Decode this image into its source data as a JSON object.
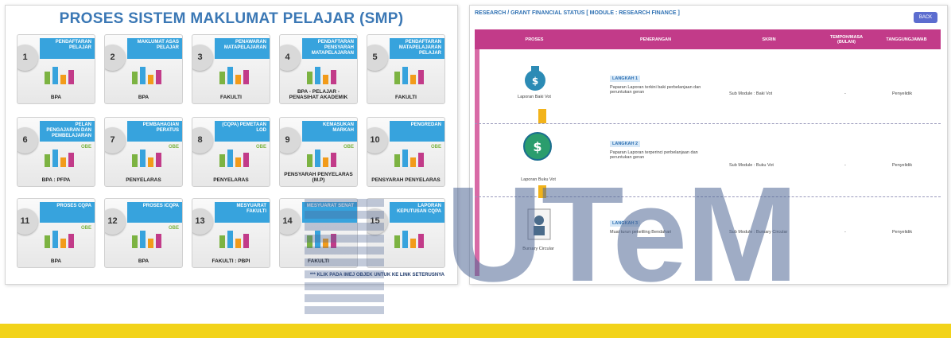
{
  "left": {
    "title": "PROSES SISTEM MAKLUMAT PELAJAR (SMP)",
    "cards": [
      {
        "num": "1",
        "head": "PENDAFTARAN PELAJAR",
        "foot": "BPA",
        "obe": ""
      },
      {
        "num": "2",
        "head": "MAKLUMAT ASAS PELAJAR",
        "foot": "BPA",
        "obe": ""
      },
      {
        "num": "3",
        "head": "PENAWARAN MATAPELAJARAN",
        "foot": "FAKULTI",
        "obe": ""
      },
      {
        "num": "4",
        "head": "PENDAFTARAN PENSYARAH MATAPELAJARAN",
        "foot": "BPA - PELAJAR - PENASIHAT AKADEMIK",
        "obe": ""
      },
      {
        "num": "5",
        "head": "PENDAFTARAN MATAPELAJARAN PELAJAR",
        "foot": "FAKULTI",
        "obe": ""
      },
      {
        "num": "6",
        "head": "PELAN PENGAJARAN DAN PEMBELAJARAN",
        "foot": "BPA : PFPA",
        "obe": "OBE"
      },
      {
        "num": "7",
        "head": "PEMBAHAGIAN PERATUS",
        "foot": "PENYELARAS",
        "obe": "OBE"
      },
      {
        "num": "8",
        "head": "(CQPA) PEMETAAN LOD",
        "foot": "PENYELARAS",
        "obe": "OBE"
      },
      {
        "num": "9",
        "head": "KEMASUKAN MARKAH",
        "foot": "PENSYARAH PENYELARAS (M.P)",
        "obe": "OBE"
      },
      {
        "num": "10",
        "head": "PENGREDAN",
        "foot": "PENSYARAH PENYELARAS",
        "obe": "OBE"
      },
      {
        "num": "11",
        "head": "PROSES CQPA",
        "foot": "BPA",
        "obe": "OBE"
      },
      {
        "num": "12",
        "head": "PROSES iCQPA",
        "foot": "BPA",
        "obe": "OBE"
      },
      {
        "num": "13",
        "head": "MESYUARAT FAKULTI",
        "foot": "FAKULTI : PBPI",
        "obe": ""
      },
      {
        "num": "14",
        "head": "MESYUARAT SENAT",
        "foot": "FAKULTI",
        "obe": ""
      },
      {
        "num": "15",
        "head": "LAPORAN KEPUTUSAN CQPA",
        "foot": "",
        "obe": ""
      }
    ],
    "note": "*** KLIK PADA IMEJ OBJEK UNTUK KE LINK SETERUSNYA"
  },
  "right": {
    "header": "RESEARCH / GRANT FINANCIAL STATUS [ MODULE : RESEARCH FINANCE ]",
    "back_label": "BACK",
    "columns": [
      "PROSES",
      "PENERANGAN",
      "SKRIN",
      "TEMPOH/MASA (BULAN)",
      "TANGGUNGJAWAB"
    ],
    "rows": [
      {
        "proc": "Laporan Baki Vot",
        "step": "LANGKAH 1",
        "desc": "Paparan Laporan terkini baki perbelanjaan dan peruntukan geran",
        "screen": "Sub Module : Baki Vot",
        "time": "-",
        "resp": "Penyelidik"
      },
      {
        "proc": "Laporan Buku Vot",
        "step": "LANGKAH 2",
        "desc": "Paparan Laporan terperinci perbelanjaan dan peruntukan geran",
        "screen": "Sub Module : Buku Vot",
        "time": "-",
        "resp": "Penyelidik"
      },
      {
        "proc": "Bursary Circular",
        "step": "LANGKAH 3",
        "desc": "Muat turun pekeliling Bendahari",
        "screen": "Sub Module : Bursary Circular",
        "time": "-",
        "resp": "Penyelidik"
      }
    ]
  },
  "watermark": {
    "text": "UTeM"
  },
  "colors": {
    "accent": "#37a3dd",
    "table_head": "#c23b89",
    "band": "#f2d31a"
  }
}
